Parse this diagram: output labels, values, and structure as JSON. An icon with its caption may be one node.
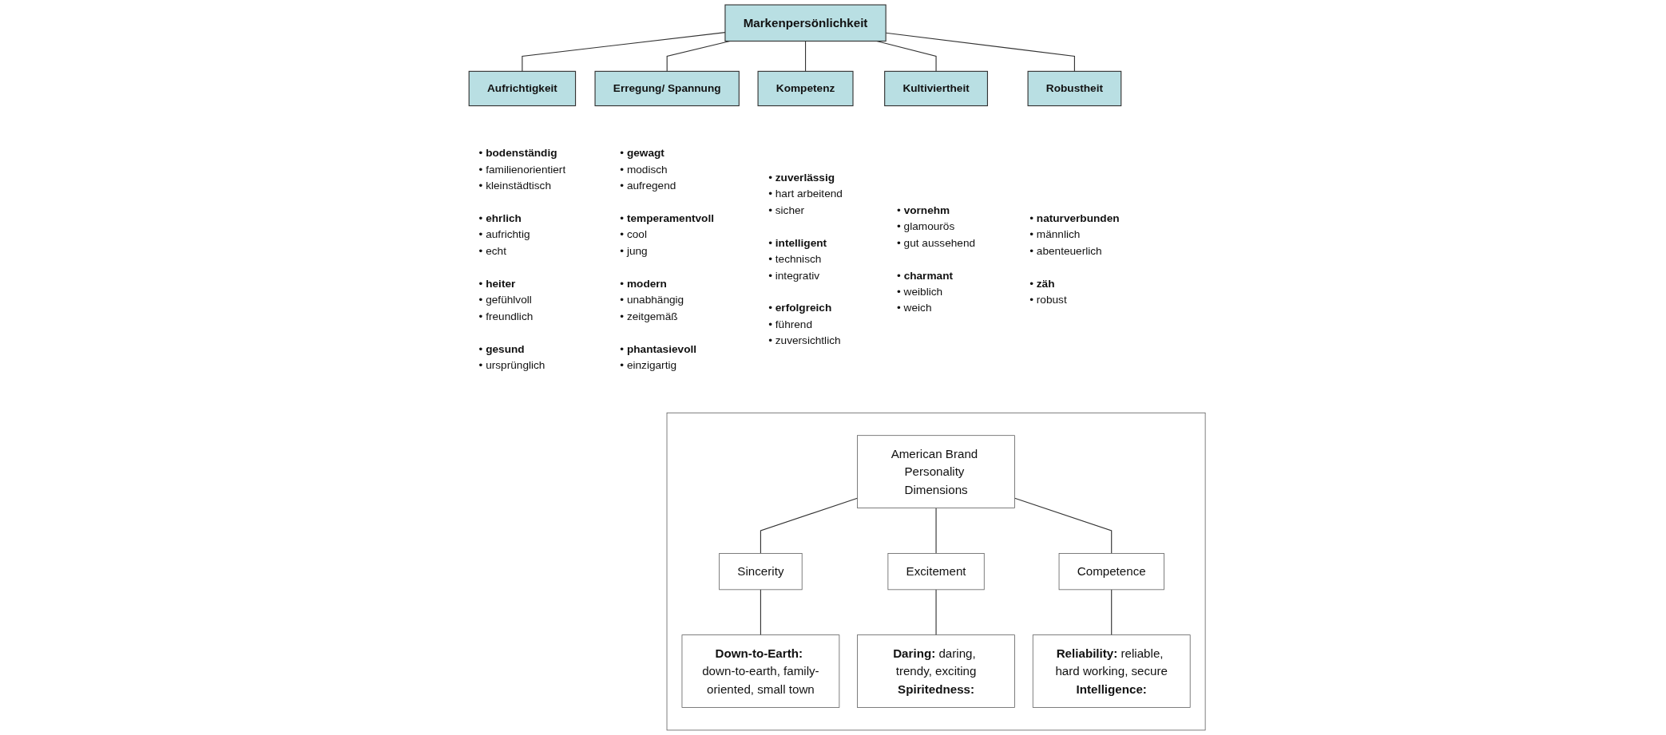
{
  "diagram": {
    "nodes": [
      {
        "text": [
          "Markenpersönlichkeit"
        ]
      },
      {
        "text": [
          "Aufrichtigkeit"
        ],
        "beside": [
          "• **bodenständig**",
          "• familienorientiert",
          "• kleinstädtisch",
          "• **ehrlich**",
          "• aufrichtig",
          "• echt",
          "• **heiter**",
          "• gefühlvoll",
          "• freundlich",
          "• **gesund**",
          "• ursprünglich"
        ]
      },
      {
        "text": [
          "Erregung/ Spannung"
        ],
        "beside": [
          "• **gewagt**",
          "• modisch",
          "• aufregend",
          "• **temperamentvoll**",
          "• cool",
          "• jung",
          "• **modern**",
          "• unabhängig",
          "• zeitgemäß",
          "• **phantasievoll**",
          "• einzigartig"
        ]
      },
      {
        "text": [
          "Kompetenz"
        ],
        "beside": [
          "• **zuverlässig**",
          "• hart arbeitend",
          "• sicher",
          "• **intelligent**",
          "• technisch",
          "• integrativ",
          "• **erfolgreich**",
          "• führend",
          "• zuversichtlich"
        ]
      },
      {
        "text": [
          "Kultiviertheit"
        ],
        "beside": [
          "• **vornehm**",
          "• glamourös",
          "• gut aussehend",
          "• **charmant**",
          "• weiblich",
          "• weich"
        ]
      },
      {
        "text": [
          "Robustheit"
        ],
        "beside": [
          "• **naturverbunden**",
          "• männlich",
          "• abenteuerlich",
          "• **zäh**",
          "• robust"
        ]
      },
      {
        "text": [],
        "shape": "box"
      },
      {
        "text": [
          "American Brand Personality Dimensions"
        ],
        "in": 6
      },
      {
        "text": [
          "Sincerity"
        ],
        "in": 6
      },
      {
        "text": [
          "Excitement"
        ],
        "in": 6
      },
      {
        "text": [
          "Competence"
        ],
        "in": 6
      },
      {
        "text": [
          "**Down-to-Earth:** down-to-earth, family-oriented, small town"
        ],
        "in": 6
      },
      {
        "text": [
          "**Daring:** daring, trendy, exciting",
          "**Spiritedness:**"
        ],
        "in": 6
      },
      {
        "text": [
          "**Reliability:** reliable, hard working, secure",
          "**Intelligence:**"
        ],
        "in": 6
      }
    ],
    "edges": [
      {
        "from": 0,
        "to": 1,
        "arrow": "none"
      },
      {
        "from": 0,
        "to": 2,
        "arrow": "none"
      },
      {
        "from": 0,
        "to": 3,
        "arrow": "none"
      },
      {
        "from": 0,
        "to": 4,
        "arrow": "none"
      },
      {
        "from": 0,
        "to": 5,
        "arrow": "none"
      },
      {
        "from": 7,
        "to": 8,
        "arrow": "none"
      },
      {
        "from": 7,
        "to": 9,
        "arrow": "none"
      },
      {
        "from": 7,
        "to": 10,
        "arrow": "none"
      },
      {
        "from": 8,
        "to": 11,
        "arrow": "none"
      },
      {
        "from": 9,
        "to": 12,
        "arrow": "none"
      },
      {
        "from": 10,
        "to": 13,
        "arrow": "none"
      }
    ]
  }
}
